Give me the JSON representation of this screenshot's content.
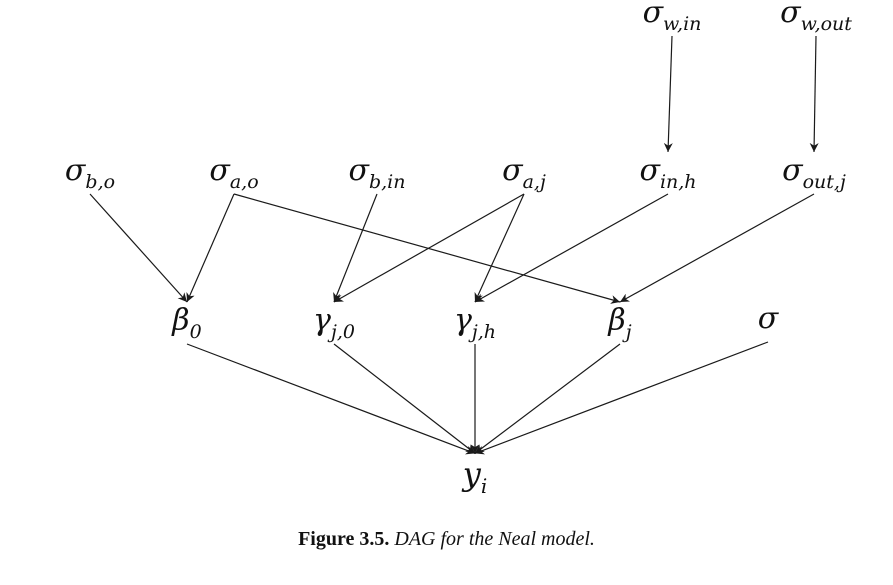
{
  "nodes": [
    {
      "id": "sigma_w_in",
      "base": "σ",
      "sub": "w,in"
    },
    {
      "id": "sigma_w_out",
      "base": "σ",
      "sub": "w,out"
    },
    {
      "id": "sigma_b_o",
      "base": "σ",
      "sub": "b,o"
    },
    {
      "id": "sigma_a_o",
      "base": "σ",
      "sub": "a,o"
    },
    {
      "id": "sigma_b_in",
      "base": "σ",
      "sub": "b,in"
    },
    {
      "id": "sigma_a_j",
      "base": "σ",
      "sub": "a,j"
    },
    {
      "id": "sigma_in_h",
      "base": "σ",
      "sub": "in,h"
    },
    {
      "id": "sigma_out_j",
      "base": "σ",
      "sub": "out,j"
    },
    {
      "id": "beta_0",
      "base": "β",
      "sub": "0"
    },
    {
      "id": "gamma_j0",
      "base": "γ",
      "sub": "j,0"
    },
    {
      "id": "gamma_jh",
      "base": "γ",
      "sub": "j,h"
    },
    {
      "id": "beta_j",
      "base": "β",
      "sub": "j"
    },
    {
      "id": "sigma",
      "base": "σ",
      "sub": ""
    },
    {
      "id": "y_i",
      "base": "y",
      "sub": "i"
    }
  ],
  "edges": [
    [
      "sigma_w_in",
      "sigma_in_h"
    ],
    [
      "sigma_w_out",
      "sigma_out_j"
    ],
    [
      "sigma_b_o",
      "beta_0"
    ],
    [
      "sigma_a_o",
      "beta_0"
    ],
    [
      "sigma_a_o",
      "beta_j"
    ],
    [
      "sigma_b_in",
      "gamma_j0"
    ],
    [
      "sigma_a_j",
      "gamma_j0"
    ],
    [
      "sigma_a_j",
      "gamma_jh"
    ],
    [
      "sigma_in_h",
      "gamma_jh"
    ],
    [
      "sigma_out_j",
      "beta_j"
    ],
    [
      "beta_0",
      "y_i"
    ],
    [
      "gamma_j0",
      "y_i"
    ],
    [
      "gamma_jh",
      "y_i"
    ],
    [
      "beta_j",
      "y_i"
    ],
    [
      "sigma",
      "y_i"
    ]
  ],
  "caption": {
    "number": "Figure 3.5.",
    "text": "DAG for the Neal model."
  }
}
